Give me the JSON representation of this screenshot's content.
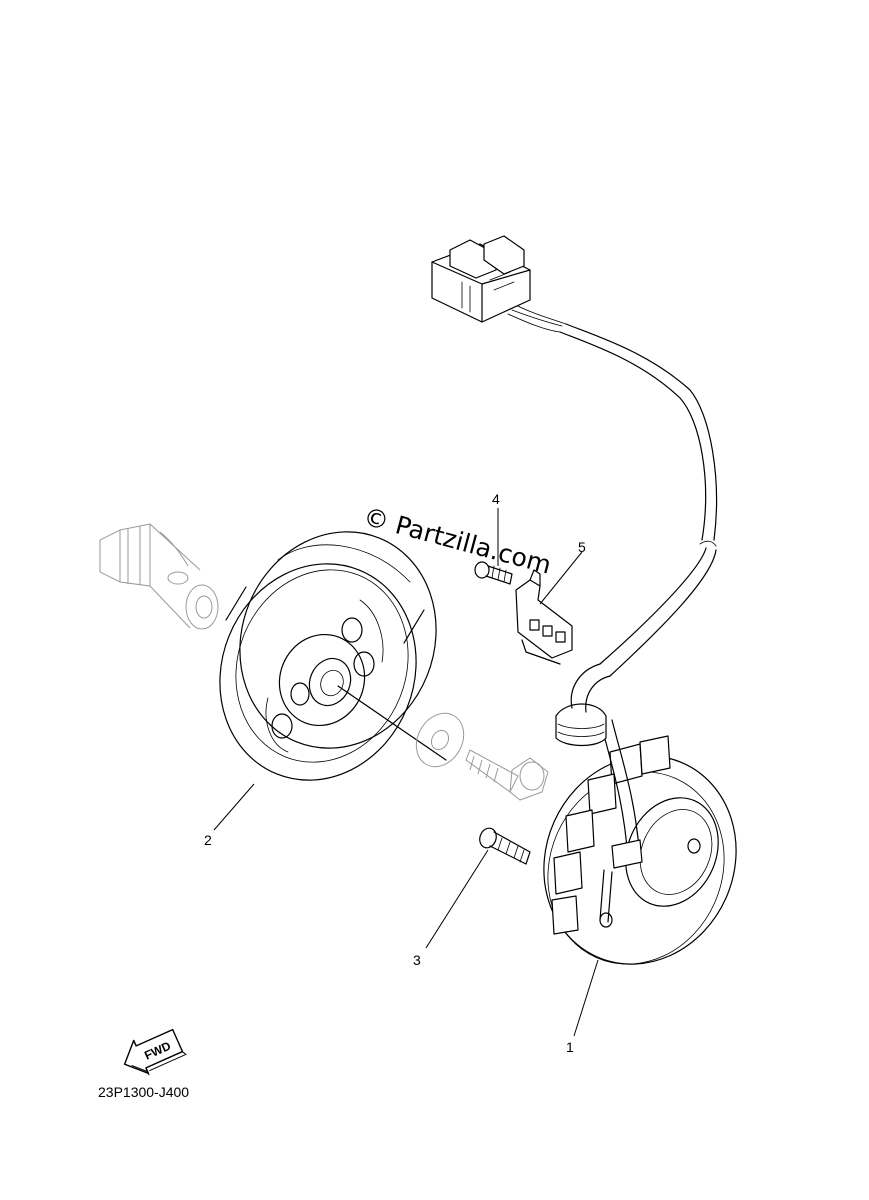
{
  "watermark": "© Partzilla.com",
  "diagram_code": "23P1300-J400",
  "direction_badge": "FWD",
  "callouts": [
    {
      "id": "c1",
      "label": "1"
    },
    {
      "id": "c2",
      "label": "2"
    },
    {
      "id": "c3",
      "label": "3"
    },
    {
      "id": "c4",
      "label": "4"
    },
    {
      "id": "c5",
      "label": "5"
    }
  ]
}
